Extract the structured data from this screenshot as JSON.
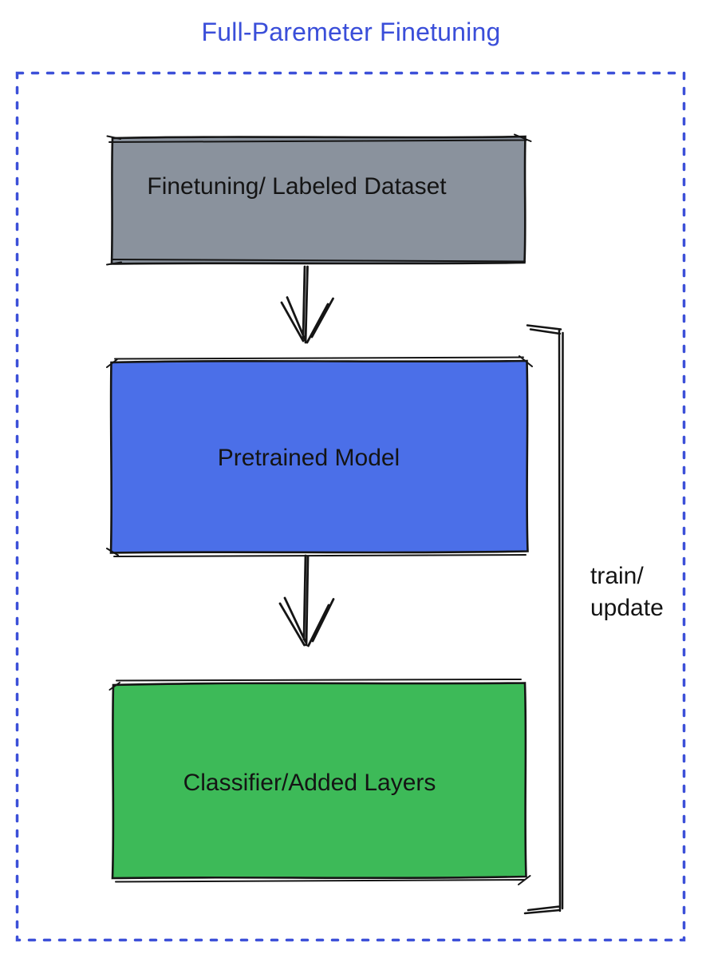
{
  "title": "Full-Paremeter Finetuning",
  "colors": {
    "title_text": "#3a4ed9",
    "frame_border": "#3c50d8",
    "dataset_box_fill": "#8a929d",
    "pretrained_box_fill": "#4b6fe8",
    "classifier_box_fill": "#3dba58",
    "sketch_stroke": "#151515"
  },
  "boxes": {
    "dataset": {
      "label": "Finetuning/ Labeled Dataset"
    },
    "pretrained": {
      "label": "Pretrained Model"
    },
    "classifier": {
      "label": "Classifier/Added Layers"
    }
  },
  "bracket": {
    "label_line1": "train/",
    "label_line2": "update"
  }
}
